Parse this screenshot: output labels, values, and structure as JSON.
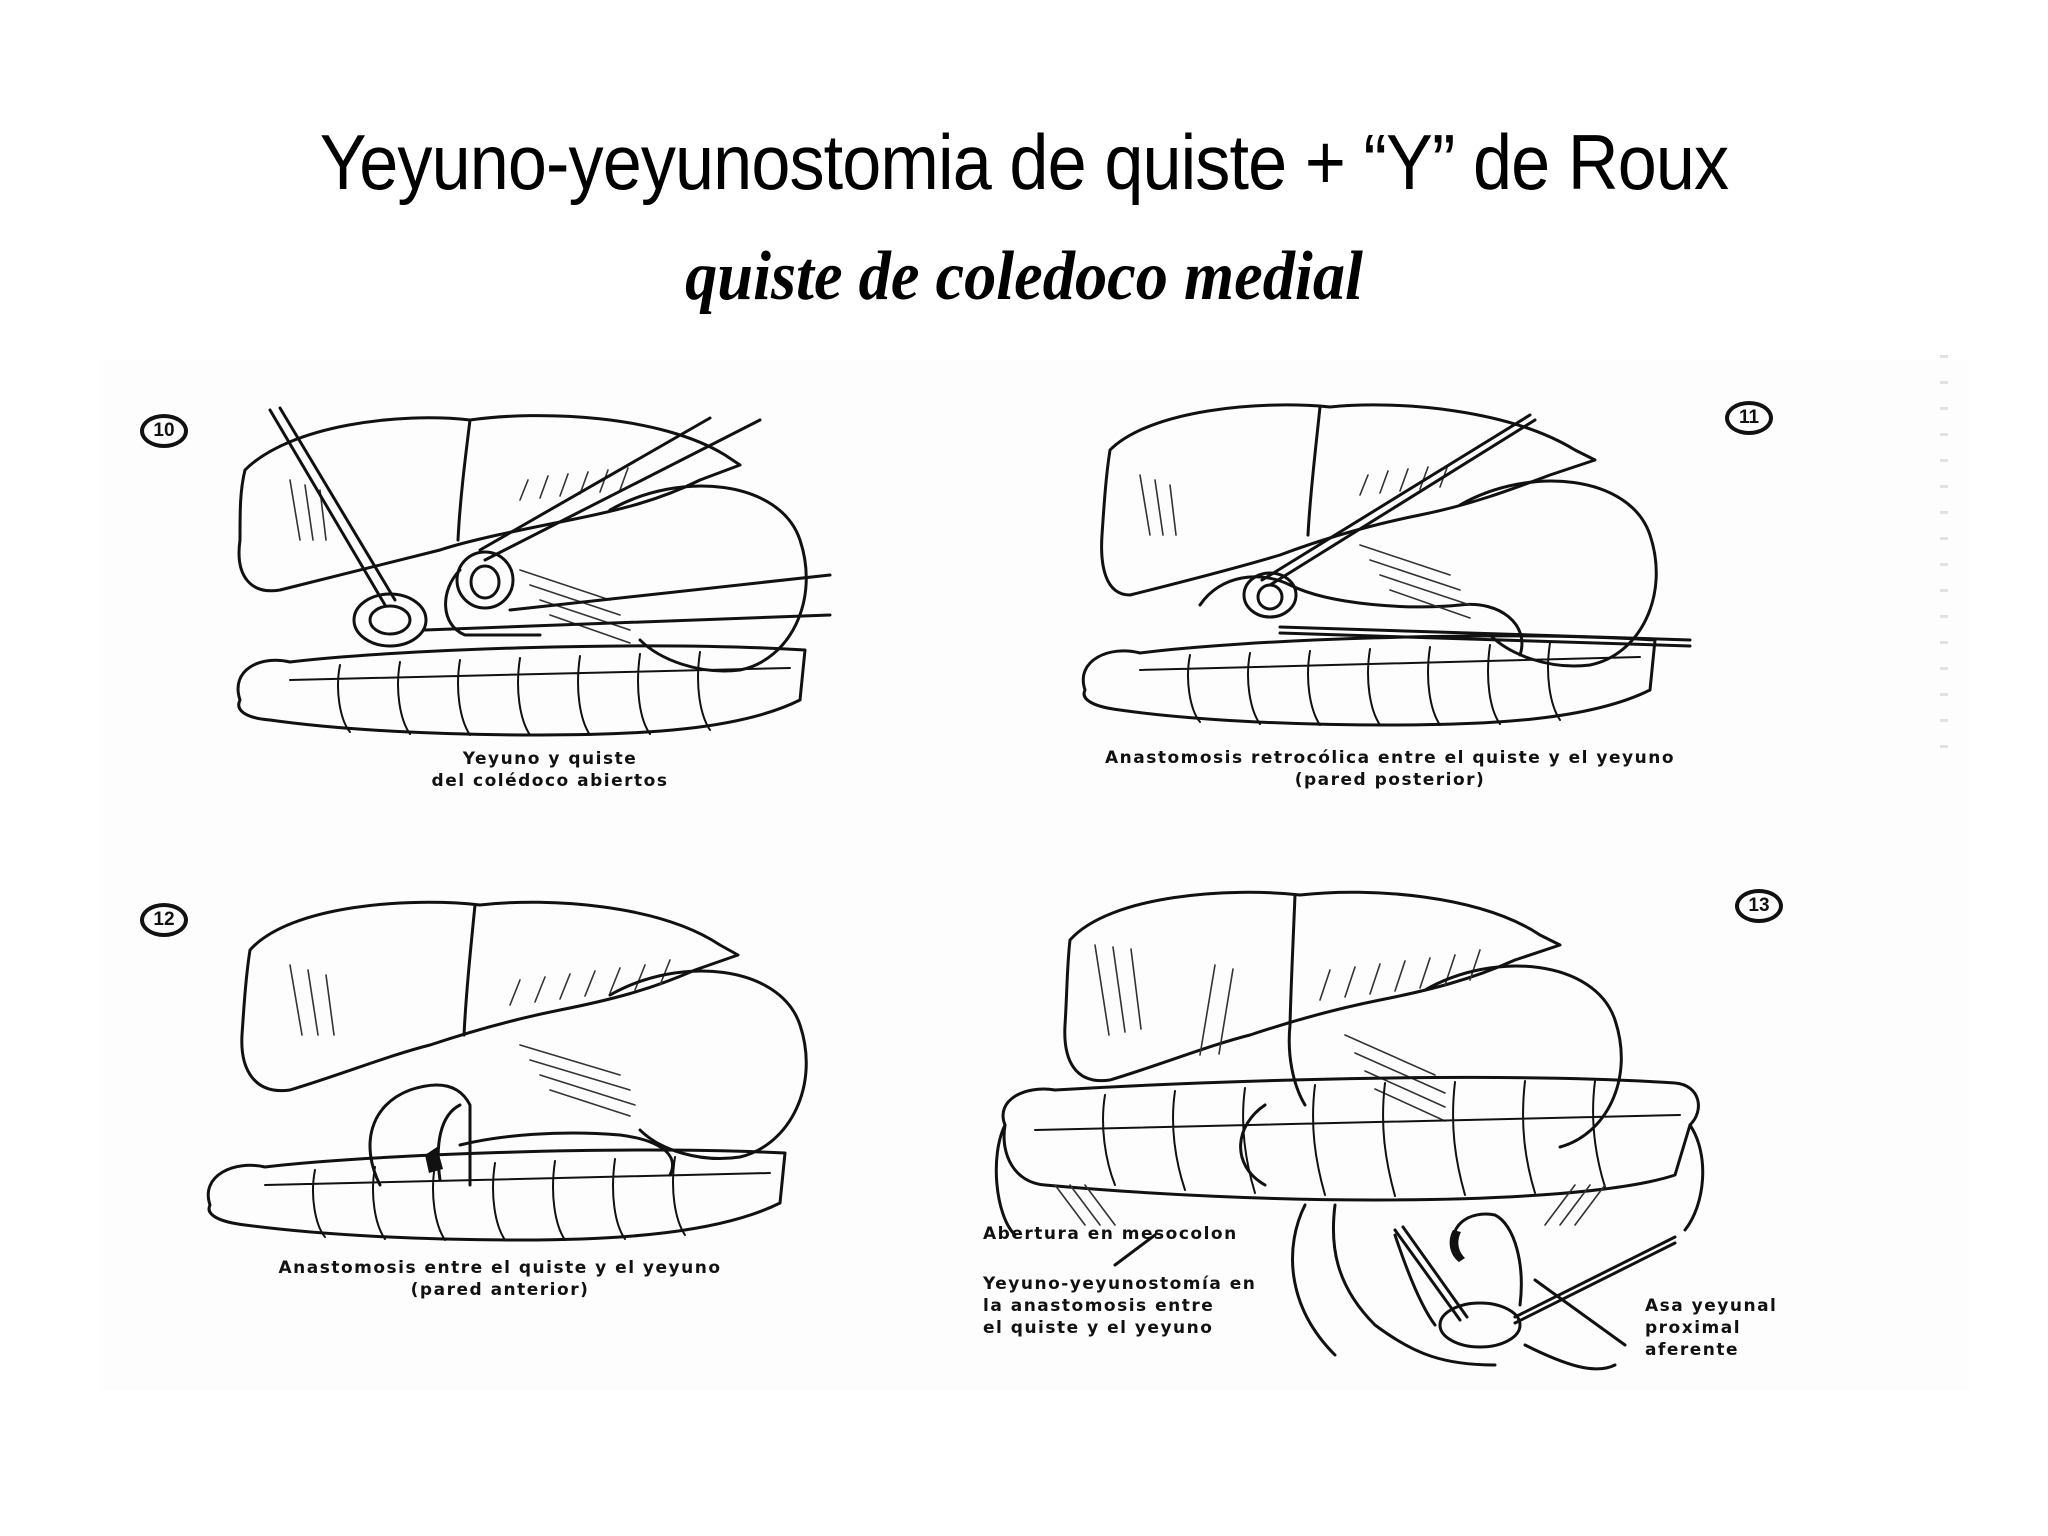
{
  "slide": {
    "title": "Yeyuno-yeyunostomia de quiste + “Y” de Roux",
    "subtitle": "quiste de coledoco medial"
  },
  "figures": [
    {
      "number": "10",
      "caption_line1": "Yeyuno y quiste",
      "caption_line2": "del colédoco abiertos"
    },
    {
      "number": "11",
      "caption_line1": "Anastomosis retrocólica entre el quiste y el yeyuno",
      "caption_line2": "(pared posterior)"
    },
    {
      "number": "12",
      "caption_line1": "Anastomosis entre el quiste y el yeyuno",
      "caption_line2": "(pared anterior)"
    },
    {
      "number": "13",
      "labels": {
        "mesocolon": "Abertura en mesocolon",
        "yeyunostomia": "Yeyuno-yeyunostomía en\nla anastomosis entre\nel quiste y el yeyuno",
        "asa": "Asa yeyunal\nproximal\naferente"
      }
    }
  ],
  "colors": {
    "background": "#ffffff",
    "ink": "#111111"
  }
}
